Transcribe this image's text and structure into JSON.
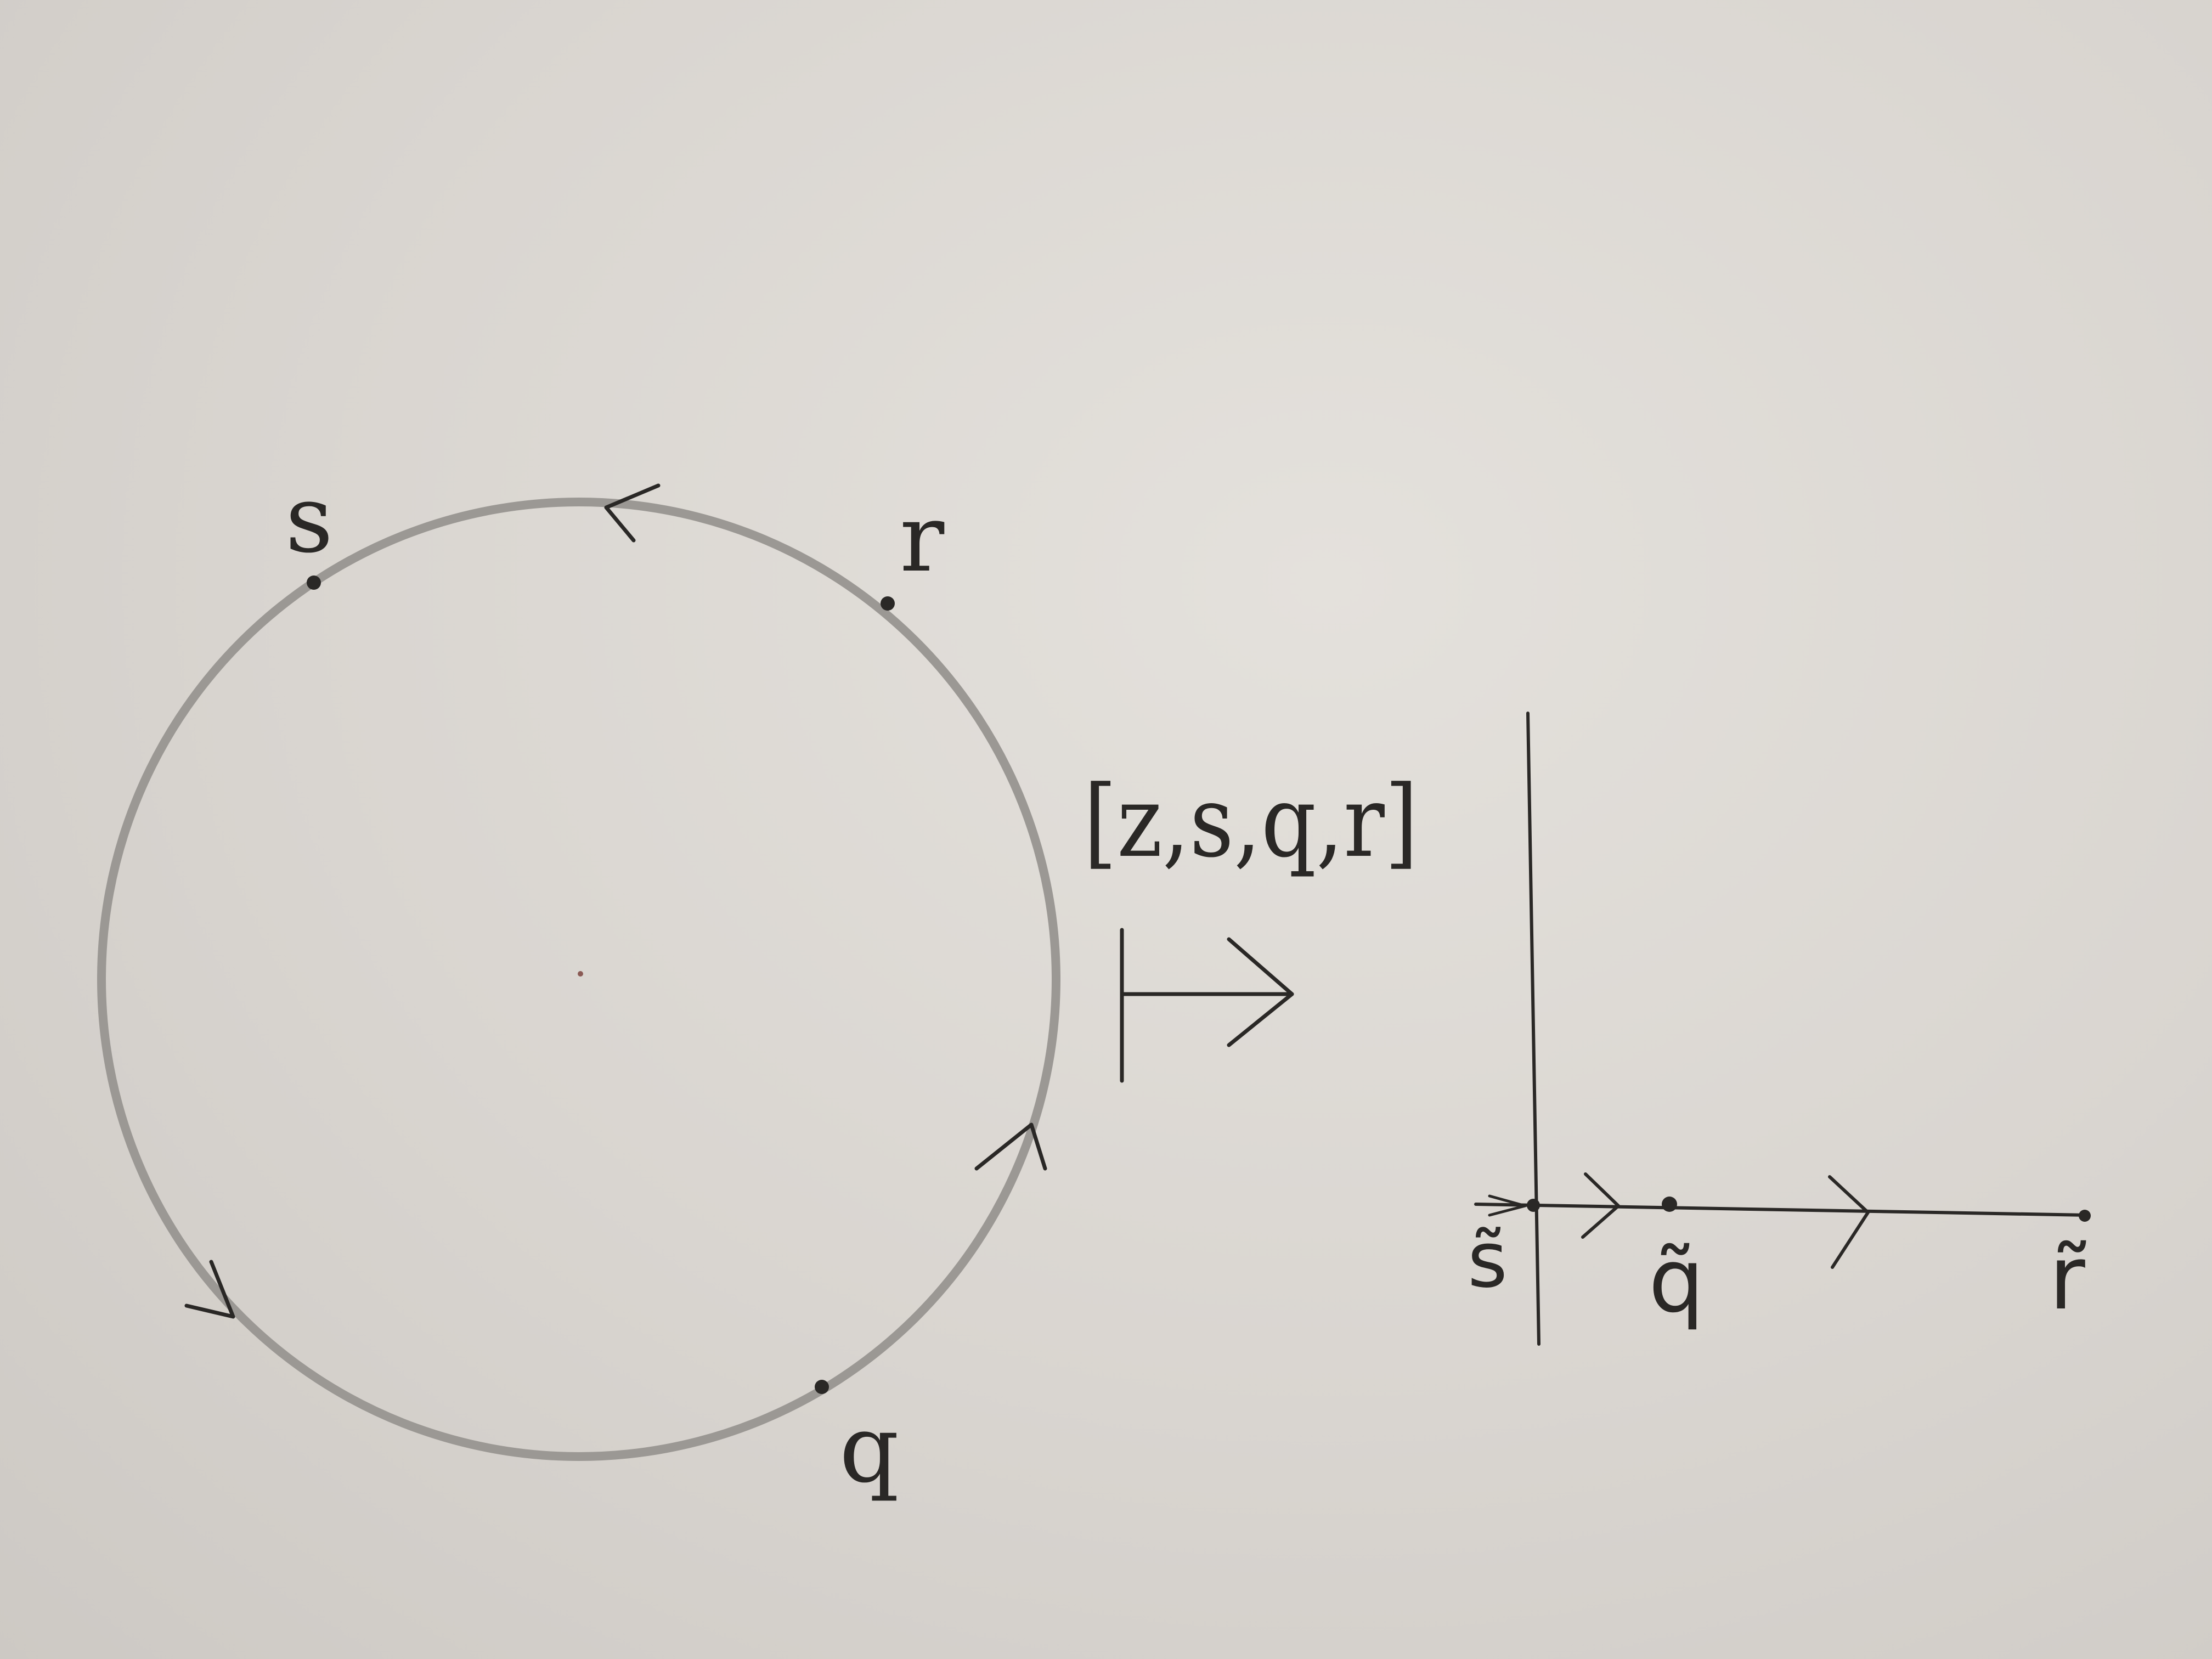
{
  "circle_diagram": {
    "points": [
      {
        "label": "s"
      },
      {
        "label": "r"
      },
      {
        "label": "q"
      }
    ],
    "orientation": "counterclockwise"
  },
  "map_label": "[z,s,q,r]",
  "line_diagram": {
    "points": [
      {
        "label": "s̃"
      },
      {
        "label": "q̃"
      },
      {
        "label": "r̃"
      }
    ]
  }
}
